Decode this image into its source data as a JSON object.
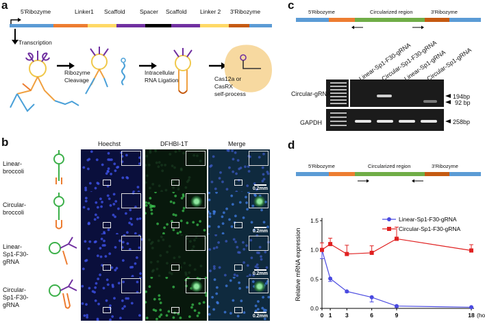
{
  "panel_a": {
    "letter": "a",
    "segments": [
      "5'Ribozyme",
      "Linker1",
      "Scaffold",
      "Spacer",
      "Scaffold",
      "Linker 2",
      "3'Ribozyme"
    ],
    "steps": [
      "Transcription",
      "Ribozyme\nCleavage",
      "Intracellular\nRNA Ligation",
      "Cas12a or\nCasRX\nself-process"
    ]
  },
  "panel_b": {
    "letter": "b",
    "columns": [
      "Hoechst",
      "DFHBI-1T",
      "Merge"
    ],
    "rows": [
      "Linear-\nbroccoli",
      "Circular-\nbroccoli",
      "Linear-\nSp1-F30-\ngRNA",
      "Circular-\nSp1-F30-\ngRNA"
    ],
    "scale_bar": "0.2mm"
  },
  "panel_c": {
    "letter": "c",
    "map_labels": [
      "5'Ribozyme",
      "Circularized region",
      "3'Ribozyme"
    ],
    "lanes": [
      "Linear-Sp1-F30-gRNA",
      "Circular-Sp1-F30-gRNA",
      "Linear-Sp1-gRNA",
      "Circular-Sp1-gRNA"
    ],
    "row_labels": [
      "Circular-gRNA",
      "GAPDH"
    ],
    "bands": [
      "194bp",
      "92 bp",
      "258bp"
    ]
  },
  "panel_d": {
    "letter": "d",
    "map_labels": [
      "5'Ribozyme",
      "Circularized region",
      "3'Ribozyme"
    ]
  },
  "chart_data": {
    "type": "line",
    "xlabel": "(hours)",
    "ylabel": "Relative mRNA expression",
    "x_ticks": [
      0,
      1,
      3,
      6,
      9,
      18
    ],
    "y_ticks": [
      "0.0",
      "0.5",
      "1.0",
      "1.5"
    ],
    "xlim": [
      0,
      18
    ],
    "ylim": [
      0,
      1.5
    ],
    "legend_position": "top-right",
    "series": [
      {
        "name": "Linear-Sp1-F30-gRNA",
        "color": "#4a4ae0",
        "marker": "circle",
        "x": [
          0,
          1,
          3,
          6,
          9,
          18
        ],
        "y": [
          1.0,
          0.51,
          0.29,
          0.19,
          0.04,
          0.02
        ],
        "err": [
          0.15,
          0.05,
          0.02,
          0.08,
          0.02,
          0.01
        ]
      },
      {
        "name": "Circular-Sp1-F30-gRNA",
        "color": "#e02020",
        "marker": "square",
        "x": [
          0,
          1,
          3,
          6,
          9,
          18
        ],
        "y": [
          1.0,
          1.1,
          0.93,
          0.95,
          1.19,
          0.99
        ],
        "err": [
          0.12,
          0.1,
          0.15,
          0.12,
          0.2,
          0.1
        ]
      }
    ]
  }
}
